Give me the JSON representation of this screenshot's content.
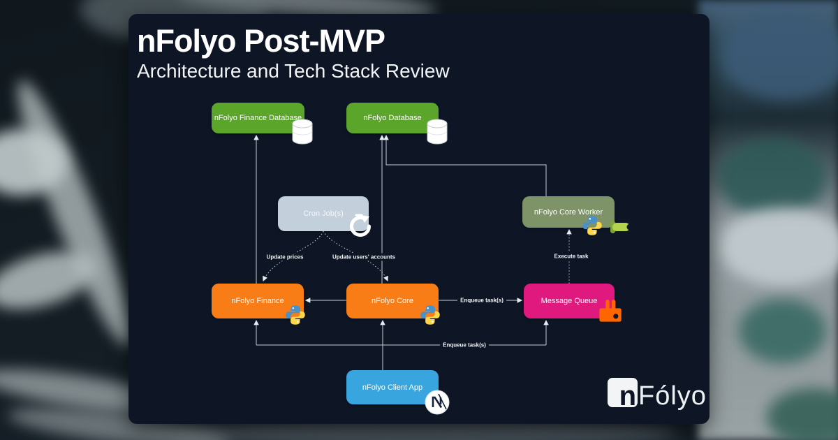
{
  "header": {
    "title": "nFolyo Post-MVP",
    "subtitle": "Architecture and Tech Stack Review"
  },
  "nodes": {
    "finance_db": {
      "label": "nFolyo Finance Database",
      "color": "#5aa52a",
      "icon": "database-cylinder-icon"
    },
    "main_db": {
      "label": "nFolyo Database",
      "color": "#5aa52a",
      "icon": "database-cylinder-icon"
    },
    "cron": {
      "label": "Cron Job(s)",
      "color": "#c4cfdc",
      "icon": "refresh-icon"
    },
    "worker": {
      "label": "nFolyo Core Worker",
      "color": "#7f9368",
      "icon": "python-icon celery-icon"
    },
    "finance": {
      "label": "nFolyo Finance",
      "color": "#f87d17",
      "icon": "python-icon"
    },
    "core": {
      "label": "nFolyo Core",
      "color": "#f87d17",
      "icon": "python-icon"
    },
    "mq": {
      "label": "Message Queue",
      "color": "#e0197f",
      "icon": "rabbitmq-icon"
    },
    "client": {
      "label": "nFolyo Client App",
      "color": "#39a5df",
      "icon": "nextjs-icon"
    }
  },
  "edges": {
    "update_prices": "Update prices",
    "update_users": "Update users' accounts",
    "execute_task": "Execute task",
    "enqueue_core": "Enqueue task(s)",
    "enqueue_bottom": "Enqueue task(s)"
  },
  "logo": {
    "square_letter": "n",
    "word": "Fólyo"
  },
  "colors": {
    "panel_bg": "#0e1626",
    "connector": "#cdd4da",
    "python_blue": "#4a90c9",
    "python_yellow": "#ffd84a",
    "celery_green": "#b3d34f",
    "rabbitmq_orange": "#ff6600"
  }
}
